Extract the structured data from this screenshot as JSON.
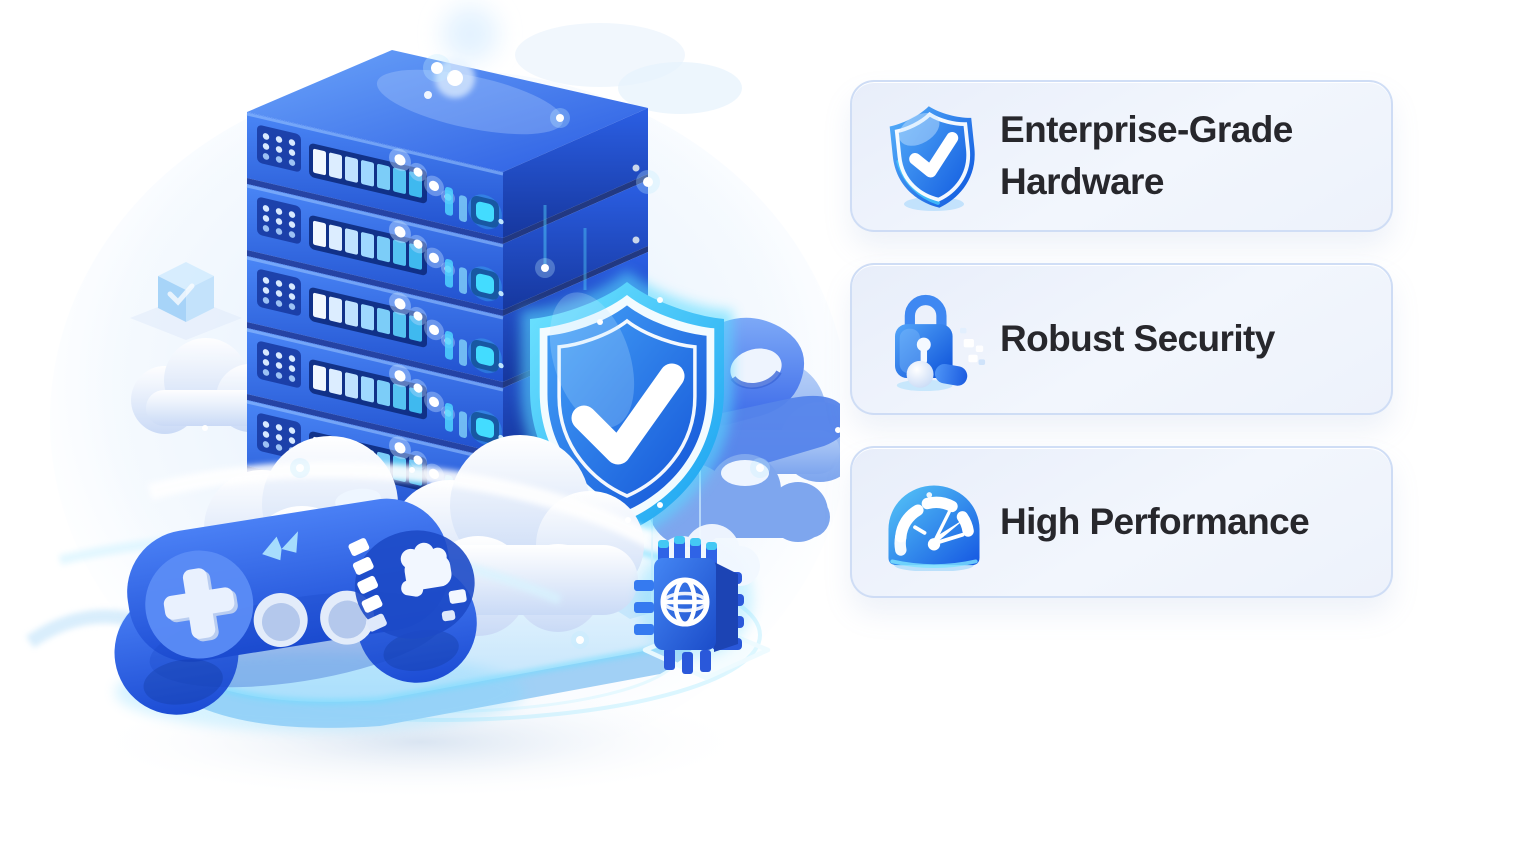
{
  "illustration": {
    "elements": [
      "server-stack",
      "security-shield-check",
      "game-controller",
      "clouds",
      "glowing-platform",
      "network-chip-globe",
      "glass-cube",
      "sparkles"
    ],
    "accent_colors": {
      "primary_blue": "#2e6bf0",
      "deep_blue": "#1a44ba",
      "glow_cyan": "#46d7ff",
      "cloud_white": "#ffffff",
      "cloud_blue": "#8fb2ee"
    }
  },
  "features": {
    "cards": [
      {
        "id": "enterprise-hardware",
        "icon": "shield-check-icon",
        "label": "Enterprise-Grade Hardware"
      },
      {
        "id": "robust-security",
        "icon": "padlock-icon",
        "label": "Robust Security"
      },
      {
        "id": "high-performance",
        "icon": "speedometer-icon",
        "label": "High Performance"
      }
    ],
    "card_style": {
      "background": "#eef3fb",
      "border": "#cddcf4",
      "text_color": "#27272c"
    }
  }
}
